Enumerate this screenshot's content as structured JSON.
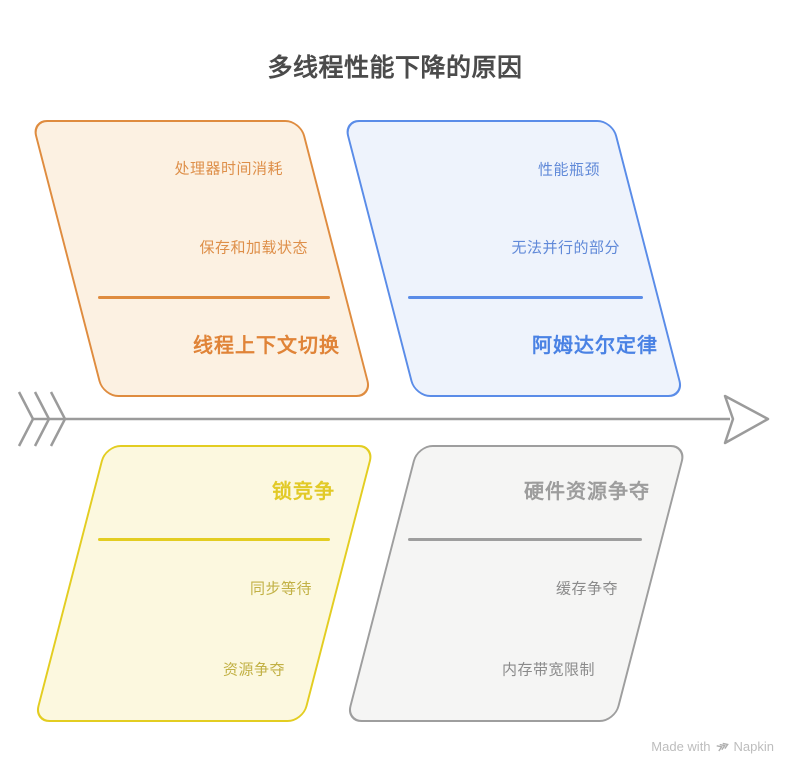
{
  "title": "多线程性能下降的原因",
  "colors": {
    "title-color": "#4b4b4b",
    "arrow-color": "#9b9b9b",
    "watermark-color": "#bdbdbd"
  },
  "branches": [
    {
      "id": "thread-context-switch",
      "position": "top-left",
      "title": "线程上下文切换",
      "items": [
        "处理器时间消耗",
        "保存和加载状态"
      ],
      "colors": {
        "border": "#df8c3f",
        "fill": "#fcf1e2",
        "text": "#de8f49",
        "title": "#e08438"
      }
    },
    {
      "id": "amdahls-law",
      "position": "top-right",
      "title": "阿姆达尔定律",
      "items": [
        "性能瓶颈",
        "无法并行的部分"
      ],
      "colors": {
        "border": "#5a8ce8",
        "fill": "#eef3fc",
        "text": "#6089d8",
        "title": "#4a82e4"
      }
    },
    {
      "id": "lock-contention",
      "position": "bottom-left",
      "title": "锁竞争",
      "items": [
        "同步等待",
        "资源争夺"
      ],
      "colors": {
        "border": "#e3cd21",
        "fill": "#fcf8df",
        "text": "#c2b145",
        "title": "#e2ca28"
      }
    },
    {
      "id": "hardware-resource-contention",
      "position": "bottom-right",
      "title": "硬件资源争夺",
      "items": [
        "缓存争夺",
        "内存带宽限制"
      ],
      "colors": {
        "border": "#9e9e9e",
        "fill": "#f5f5f4",
        "text": "#8b8b8b",
        "title": "#9d9d9d"
      }
    }
  ],
  "watermark": {
    "prefix": "Made with",
    "brand": "Napkin"
  }
}
